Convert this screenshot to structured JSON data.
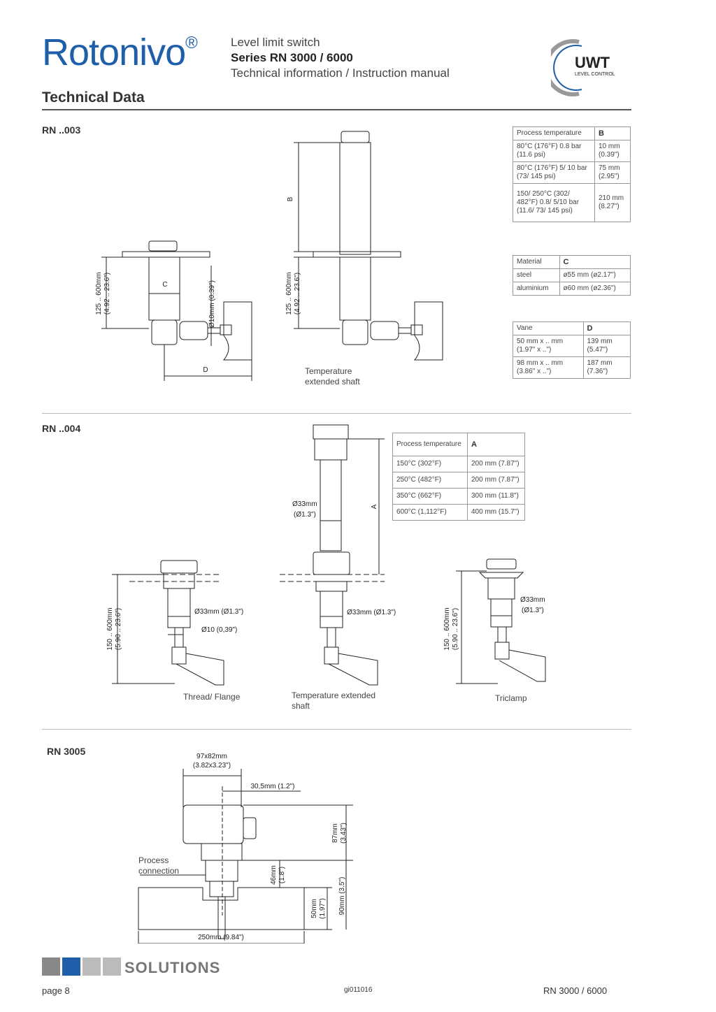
{
  "header": {
    "brand": "Rotonivo",
    "registered": "®",
    "line1": "Level limit switch",
    "line2": "Series RN 3000 / 6000",
    "line3": "Technical information / Instruction manual",
    "logo_text": "UWT",
    "logo_sub": "LEVEL CONTROL"
  },
  "section_title": "Technical Data",
  "rn003": {
    "label": "RN ..003",
    "dim_height": "125 .. 600mm",
    "dim_height_in": "(4.92 .. 23.6\")",
    "dim_c": "C",
    "dim_shaft": "Ø10mm (0.39\")",
    "dim_d": "D",
    "dim_b": "B",
    "caption_ext": "Temperature extended shaft",
    "table_b": {
      "headers": [
        "Process temperature",
        "B"
      ],
      "rows": [
        [
          "80°C (176°F) 0.8 bar (11.6 psi)",
          "10 mm (0.39\")"
        ],
        [
          "80°C (176°F) 5/ 10 bar (73/ 145 psi)",
          "75 mm (2.95\")"
        ],
        [
          "150/ 250°C (302/ 482°F) 0.8/ 5/10 bar (11.6/ 73/ 145 psi)",
          "210 mm (8.27\")"
        ]
      ]
    },
    "table_c": {
      "headers": [
        "Material",
        "C"
      ],
      "rows": [
        [
          "steel",
          "ø55 mm (ø2.17\")"
        ],
        [
          "aluminium",
          "ø60 mm (ø2.36\")"
        ]
      ]
    },
    "table_d": {
      "headers": [
        "Vane",
        "D"
      ],
      "rows": [
        [
          "50 mm x .. mm (1.97\" x ..\")",
          "139 mm (5.47\")"
        ],
        [
          "98 mm x .. mm (3.86\" x ..\")",
          "187 mm (7.36\")"
        ]
      ]
    }
  },
  "rn004": {
    "label": "RN ..004",
    "dim_height": "150 .. 600mm",
    "dim_height_in": "(5.90 .. 23.6\")",
    "dim_33": "Ø33mm (Ø1.3\")",
    "dim_10": "Ø10 (0,39\")",
    "dim_33a": "Ø33mm",
    "dim_33b": "(Ø1.3\")",
    "dim_a": "A",
    "dim_33c": "Ø33mm",
    "dim_33d": "(Ø1.3\")",
    "cap_thread": "Thread/ Flange",
    "cap_temp": "Temperature extended shaft",
    "cap_triclamp": "Triclamp",
    "table_a": {
      "headers": [
        "Process temperature",
        "A"
      ],
      "rows": [
        [
          "150°C (302°F)",
          "200 mm (7.87\")"
        ],
        [
          "250°C (482°F)",
          "200 mm (7.87\")"
        ],
        [
          "350°C (662°F)",
          "300 mm (11.8\")"
        ],
        [
          "600°C (1,112°F)",
          "400 mm (15.7\")"
        ]
      ]
    }
  },
  "rn3005": {
    "label": "RN 3005",
    "dim_housing": "97x82mm",
    "dim_housing_in": "(3.82x3.23\")",
    "dim_offset": "30,5mm (1.2\")",
    "dim_87": "87mm",
    "dim_87_in": "(3.43\")",
    "dim_46": "46mm",
    "dim_46_in": "(1.8\")",
    "dim_50": "50mm",
    "dim_50_in": "(1.97\")",
    "dim_90": "90mm (3.5\")",
    "dim_250": "250mm (9.84\")",
    "process_connection": "Process connection"
  },
  "footer": {
    "solutions": "SOLUTIONS",
    "page": "page 8",
    "code": "gi011016",
    "series": "RN 3000 / 6000"
  }
}
